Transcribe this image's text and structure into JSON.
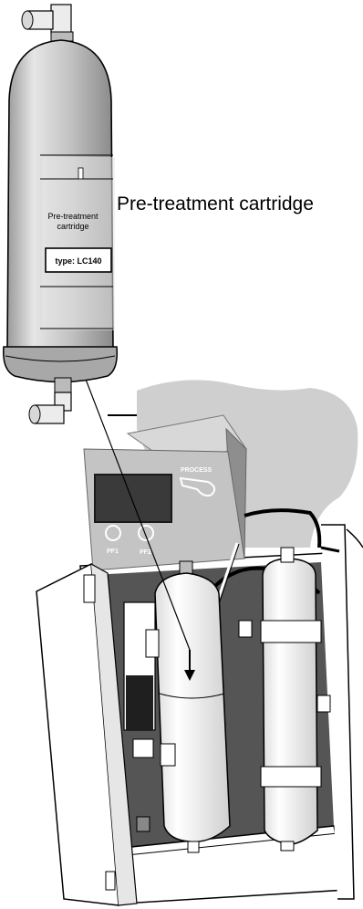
{
  "callout_label": "Pre-treatment cartridge",
  "cartridge_label": {
    "line1": "Pre-treatment",
    "line2": "cartridge",
    "type": "type: LC140"
  },
  "unit": {
    "process_label": "PROCESS",
    "pf1_label": "PF1",
    "pf2_label": "PF2"
  },
  "colors": {
    "cartridge_fill": "#c8c8c8",
    "panel_fill": "#c4c4c4",
    "background_shape": "#cfcfcf",
    "cabinet_interior": "#555555",
    "line": "#000000"
  }
}
